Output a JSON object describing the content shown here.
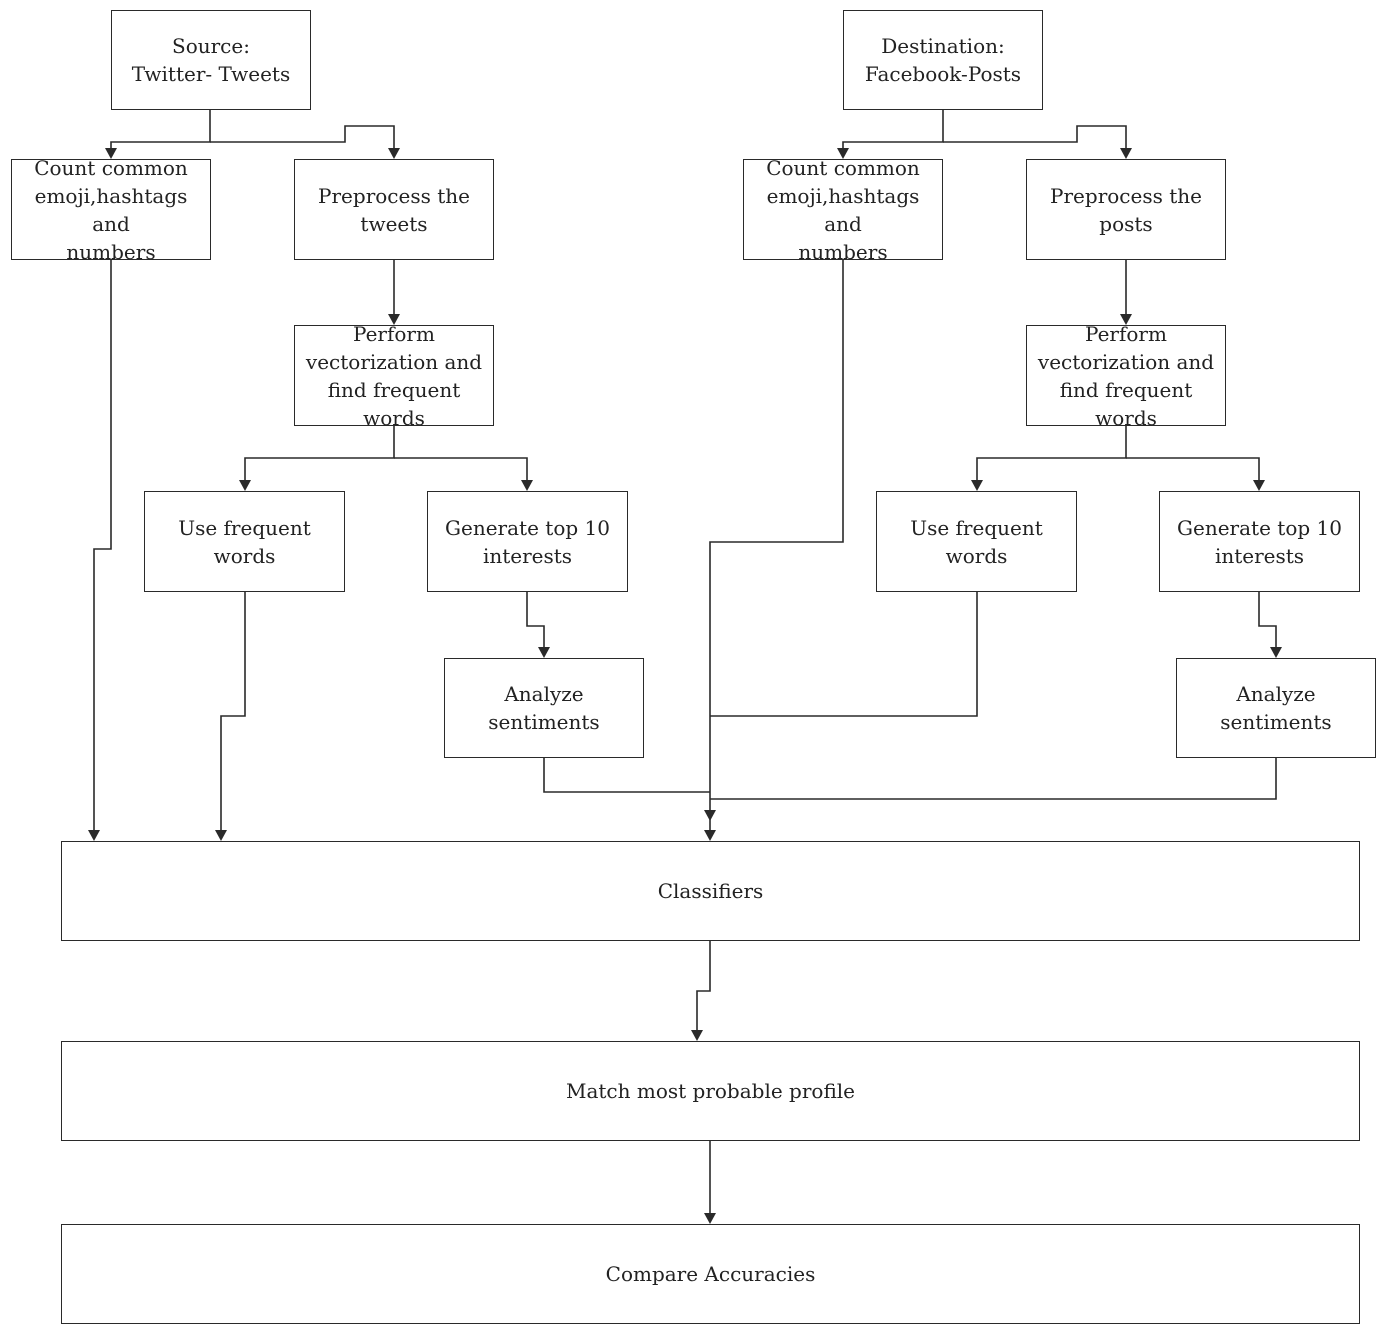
{
  "nodes": {
    "source": "Source:\nTwitter- Tweets",
    "destination": "Destination:\nFacebook-Posts",
    "count_common_left": "Count common\nemoji,hashtags and\nnumbers",
    "preprocess_tweets": "Preprocess the\ntweets",
    "count_common_right": "Count common\nemoji,hashtags and\nnumbers",
    "preprocess_posts": "Preprocess the posts",
    "vectorize_left": "Perform\nvectorization and\nfind frequent words",
    "vectorize_right": "Perform\nvectorization and\nfind frequent words",
    "use_frequent_left": "Use frequent words",
    "top10_left": "Generate top 10\ninterests",
    "use_frequent_right": "Use frequent words",
    "top10_right": "Generate top 10\ninterests",
    "sentiments_left": "Analyze sentiments",
    "sentiments_right": "Analyze sentiments",
    "classifiers": "Classifiers",
    "match_profile": "Match most probable profile",
    "compare_accuracies": "Compare Accuracies"
  },
  "colors": {
    "line": "#2a2a2a",
    "box_border": "#2a2a2a",
    "text": "#222222",
    "background": "#ffffff"
  }
}
